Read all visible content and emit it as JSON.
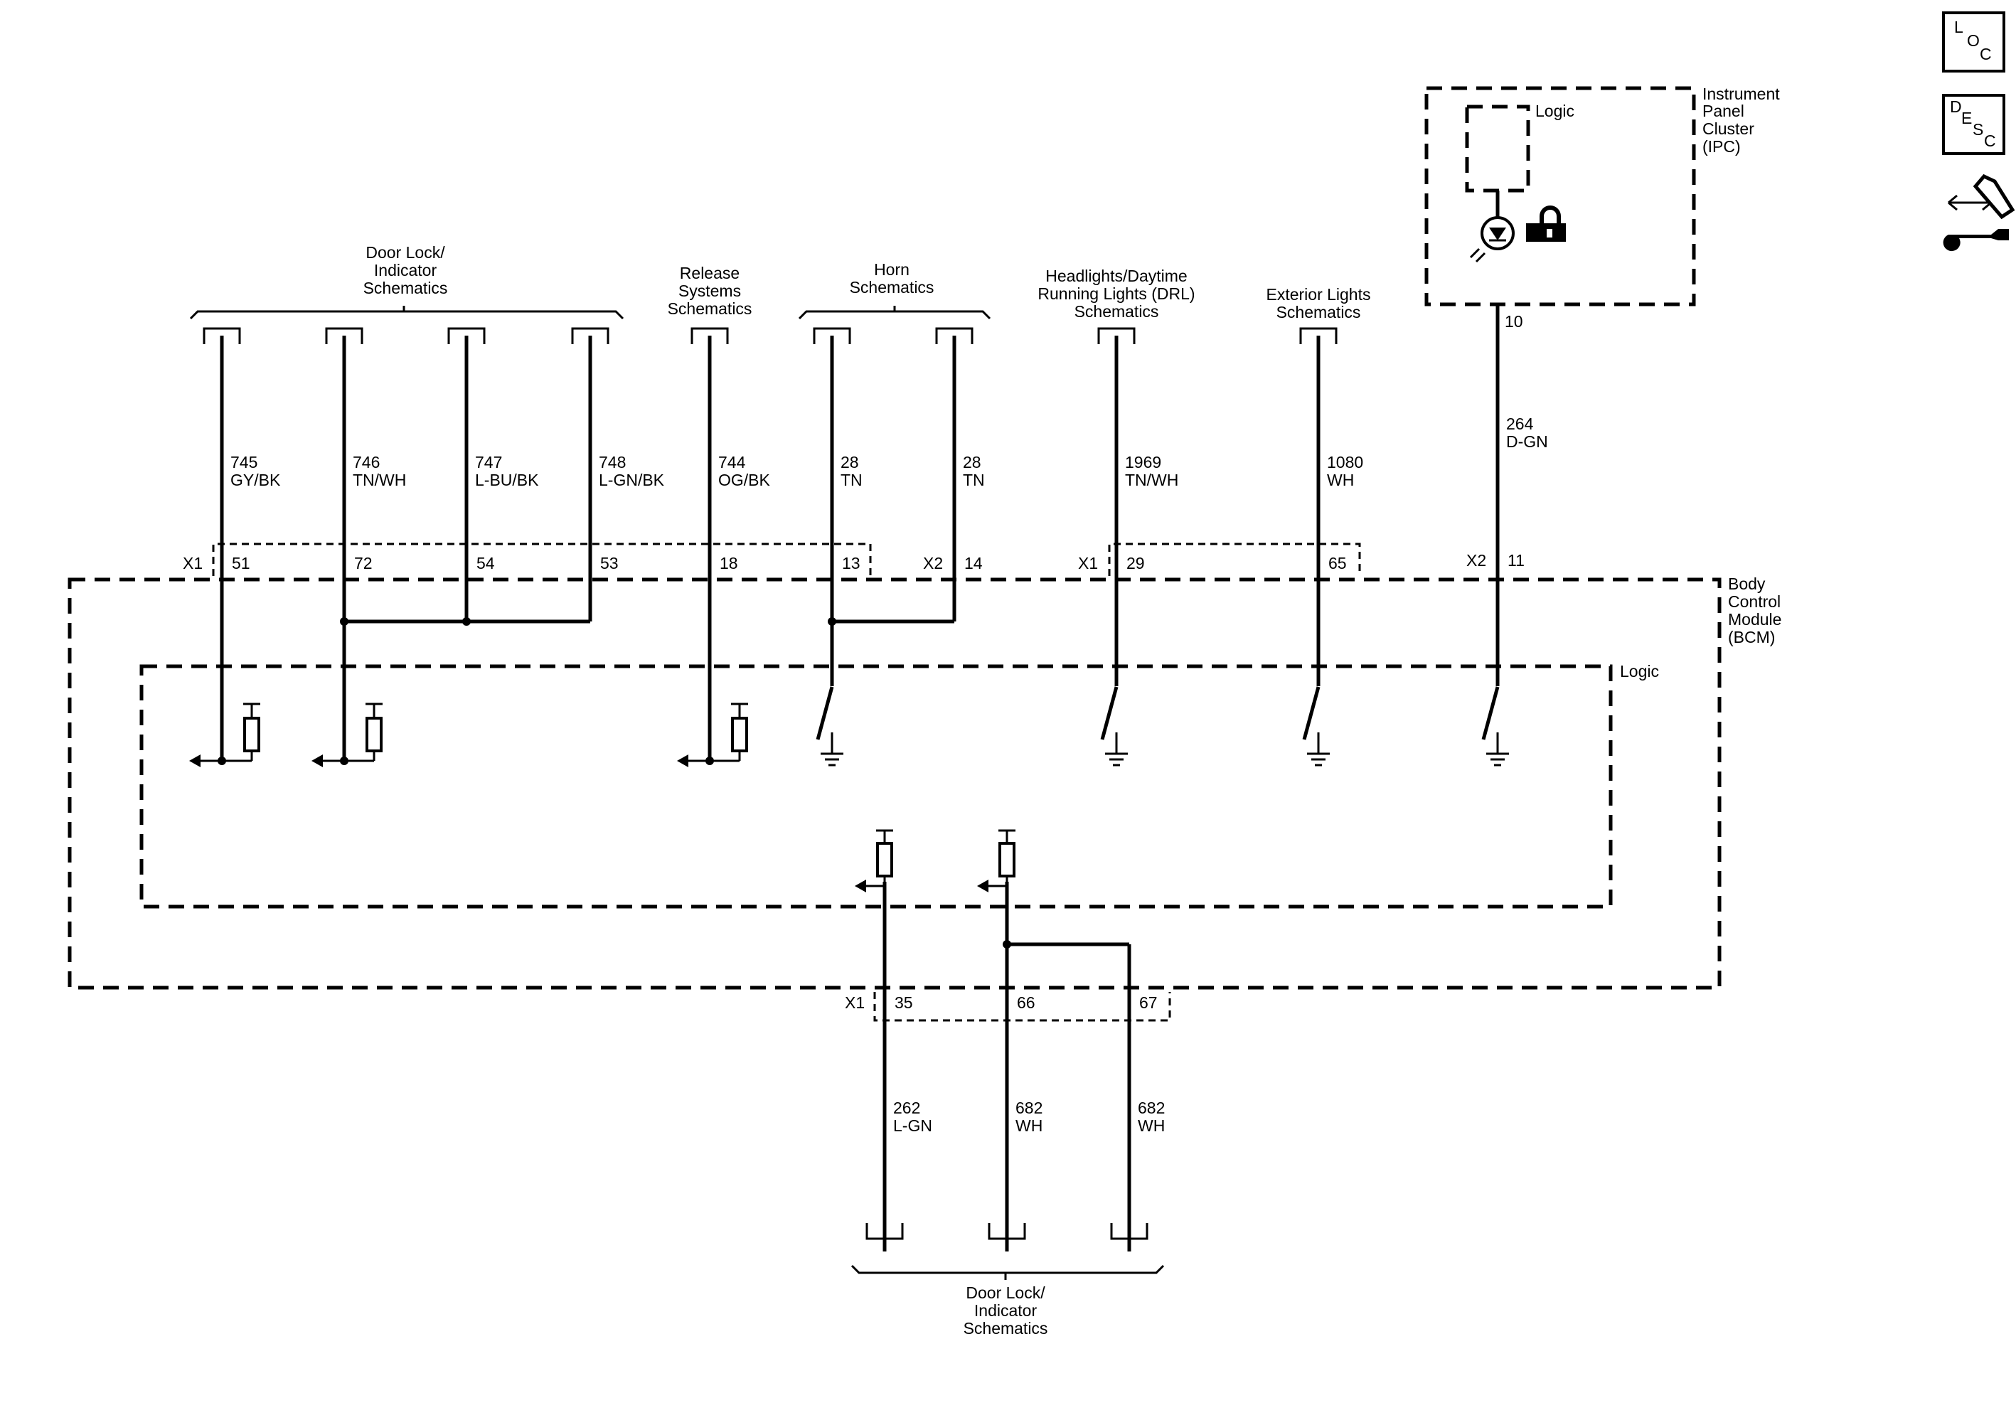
{
  "modules": {
    "bcm": {
      "name_lines": [
        "Body",
        "Control",
        "Module",
        "(BCM)"
      ],
      "logic_label": "Logic"
    },
    "ipc": {
      "name_lines": [
        "Instrument",
        "Panel",
        "Cluster",
        "(IPC)"
      ],
      "logic_label": "Logic"
    }
  },
  "side_buttons": {
    "loc": [
      "L",
      "O",
      "C"
    ],
    "desc": [
      "D",
      "E",
      "S",
      "C"
    ],
    "diagnostic_icon": "connector-wrench-icon"
  },
  "references": {
    "door_lock_top": [
      "Door Lock/",
      "Indicator",
      "Schematics"
    ],
    "release": [
      "Release",
      "Systems",
      "Schematics"
    ],
    "horn": [
      "Horn",
      "Schematics"
    ],
    "headlights": [
      "Headlights/Daytime",
      "Running Lights (DRL)",
      "Schematics"
    ],
    "exterior": [
      "Exterior Lights",
      "Schematics"
    ],
    "door_lock_bottom": [
      "Door Lock/",
      "Indicator",
      "Schematics"
    ]
  },
  "connectors": {
    "top_x1_a": "X1",
    "top_x2_a": "X2",
    "top_x1_b": "X1",
    "top_x2_b": "X2",
    "bottom_x1": "X1",
    "ipc_pin": "10"
  },
  "wires": [
    {
      "circuit": "745",
      "color": "GY/BK",
      "pin": "51"
    },
    {
      "circuit": "746",
      "color": "TN/WH",
      "pin": "72"
    },
    {
      "circuit": "747",
      "color": "L-BU/BK",
      "pin": "54"
    },
    {
      "circuit": "748",
      "color": "L-GN/BK",
      "pin": "53"
    },
    {
      "circuit": "744",
      "color": "OG/BK",
      "pin": "18"
    },
    {
      "circuit": "28",
      "color": "TN",
      "pin": "13"
    },
    {
      "circuit": "28",
      "color": "TN",
      "pin": "14"
    },
    {
      "circuit": "1969",
      "color": "TN/WH",
      "pin": "29"
    },
    {
      "circuit": "1080",
      "color": "WH",
      "pin": "65"
    },
    {
      "circuit": "264",
      "color": "D-GN",
      "pin": "11"
    },
    {
      "circuit": "262",
      "color": "L-GN",
      "pin": "35"
    },
    {
      "circuit": "682",
      "color": "WH",
      "pin": "66"
    },
    {
      "circuit": "682",
      "color": "WH",
      "pin": "67"
    }
  ]
}
